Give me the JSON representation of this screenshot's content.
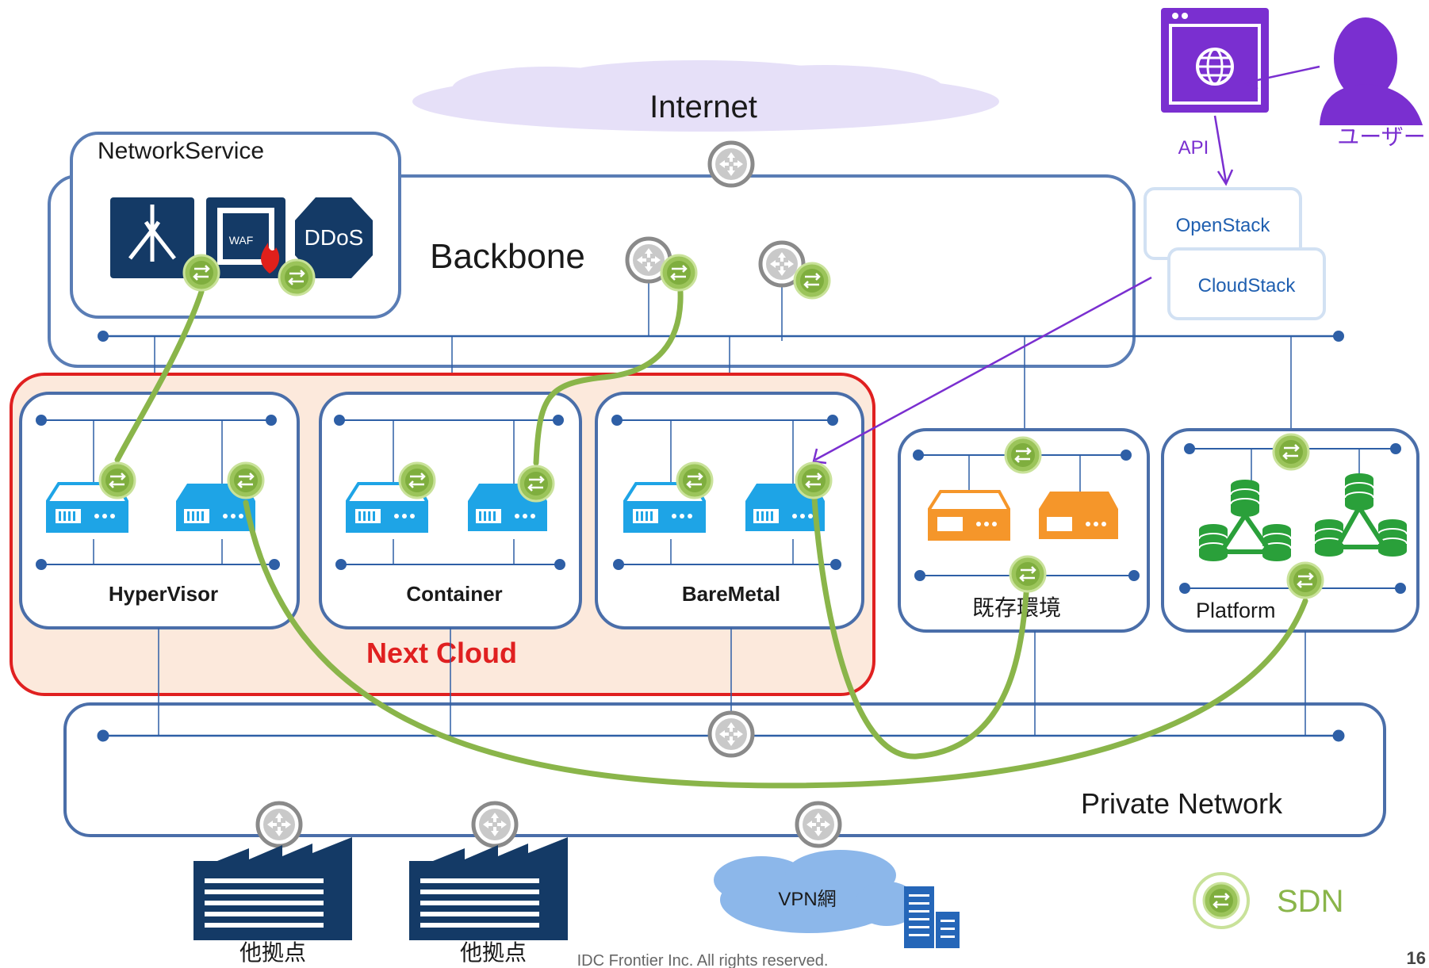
{
  "internet": {
    "label": "Internet"
  },
  "network_service": {
    "title": "NetworkService",
    "ddos_label": "DDoS",
    "waf_label": "WAF"
  },
  "backbone": {
    "label": "Backbone"
  },
  "user": {
    "label": "ユーザー",
    "api_label": "API"
  },
  "orchestration": {
    "openstack": "OpenStack",
    "cloudstack": "CloudStack"
  },
  "next_cloud": {
    "label": "Next Cloud",
    "zones": {
      "hypervisor": "HyperVisor",
      "container": "Container",
      "baremetal": "BareMetal"
    }
  },
  "existing": {
    "label": "既存環境"
  },
  "platform": {
    "label": "Platform"
  },
  "private_network": {
    "label": "Private Network"
  },
  "sites": {
    "site_a": "他拠点",
    "site_b": "他拠点",
    "vpn": "VPN網"
  },
  "legend": {
    "sdn": "SDN"
  },
  "footer": {
    "copyright": "IDC Frontier Inc. All rights reserved.",
    "page_number": "16"
  },
  "colors": {
    "frame_blue": "#4a6ea9",
    "line_blue": "#2e5fa6",
    "next_cloud_red": "#e02020",
    "next_cloud_fill": "#fce9dc",
    "sdn_green": "#8ab54a",
    "server_blue": "#1ea4e6",
    "server_orange": "#f5962a",
    "platform_green": "#2aa03a",
    "navy": "#143a66",
    "user_purple": "#7a2fd0",
    "orchestration_text": "#1f5fb0"
  }
}
